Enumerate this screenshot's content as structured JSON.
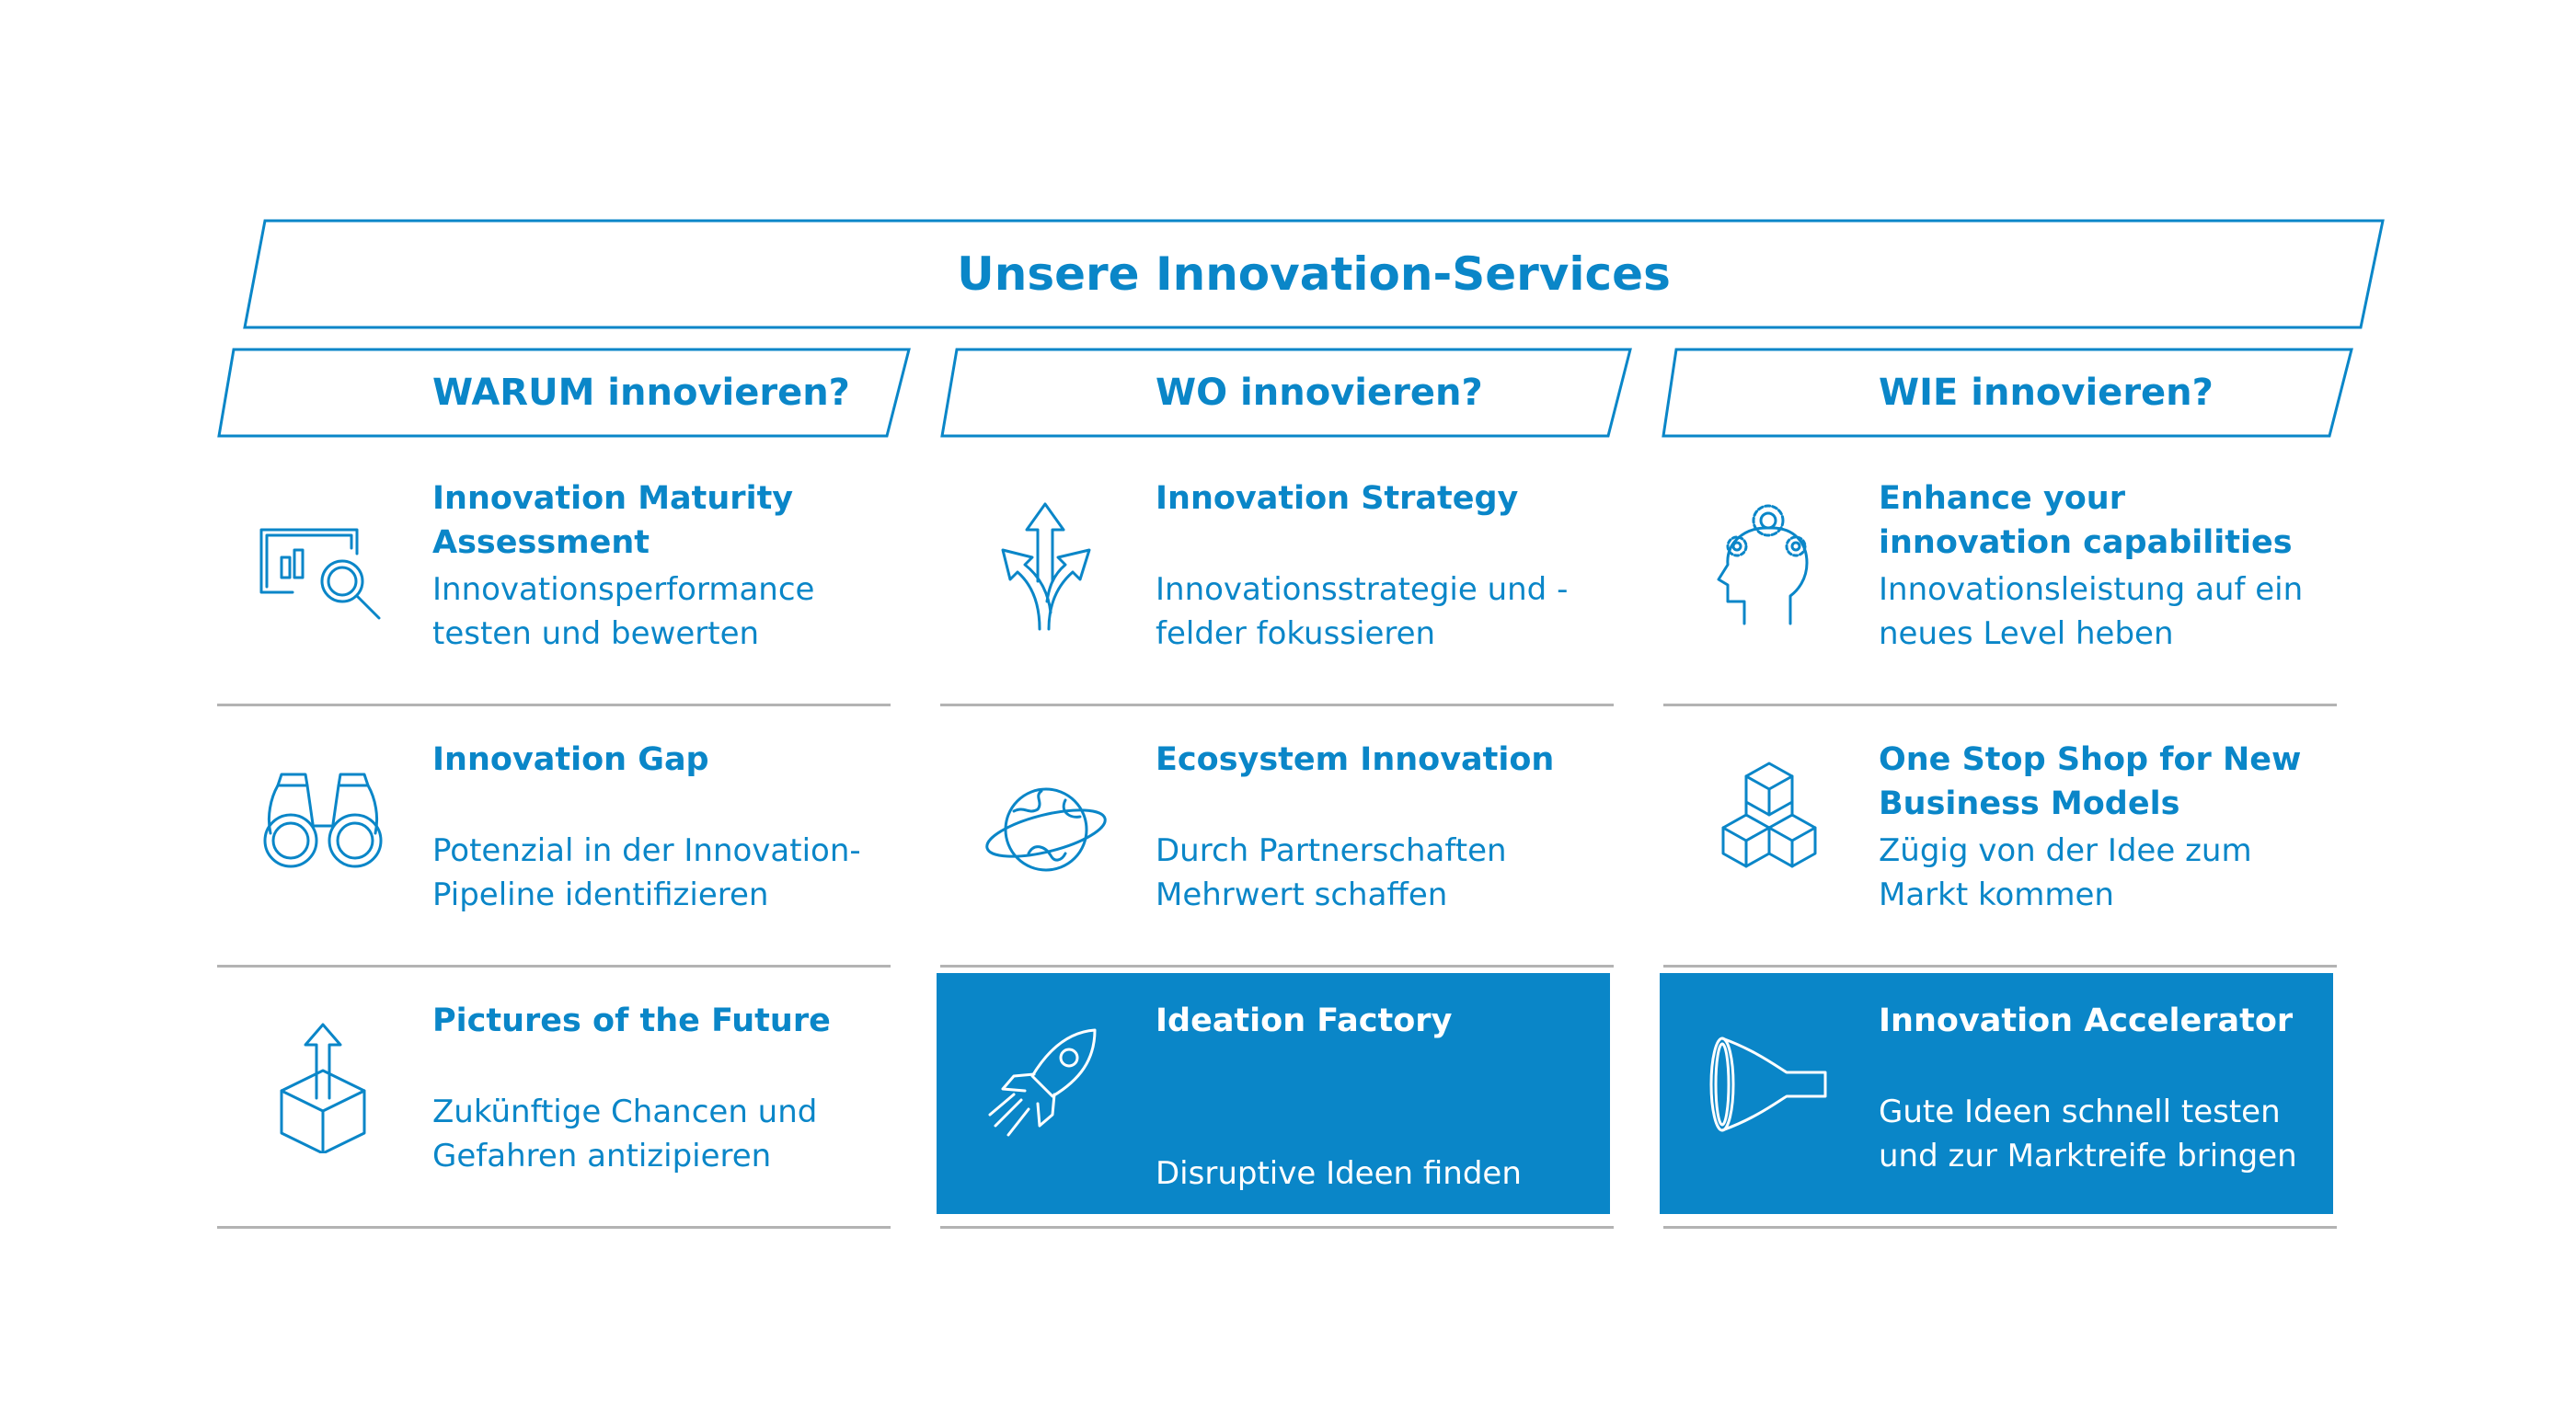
{
  "banner": {
    "title": "Unsere Innovation-Services"
  },
  "columns": [
    {
      "header": "WARUM innovieren?",
      "cards": [
        {
          "title": "Innovation Maturity Assessment",
          "description": "Innovationsperformance testen und bewerten",
          "icon": "magnifier-chart-icon",
          "highlighted": false
        },
        {
          "title": "Innovation Gap",
          "description": "Potenzial in der Innovation-Pipeline identifizieren",
          "icon": "binoculars-icon",
          "highlighted": false
        },
        {
          "title": "Pictures of the Future",
          "description": "Zukünftige Chancen und Gefahren antizipieren",
          "icon": "box-arrow-up-icon",
          "highlighted": false
        }
      ]
    },
    {
      "header": "WO innovieren?",
      "cards": [
        {
          "title": "Innovation Strategy",
          "description": "Innovationsstrategie und -felder fokussieren",
          "icon": "diverging-arrows-icon",
          "highlighted": false
        },
        {
          "title": "Ecosystem Innovation",
          "description": "Durch Partnerschaften Mehrwert schaffen",
          "icon": "globe-orbit-icon",
          "highlighted": false
        },
        {
          "title": "Ideation Factory",
          "description": "Disruptive Ideen finden",
          "icon": "rocket-icon",
          "highlighted": true
        }
      ]
    },
    {
      "header": "WIE innovieren?",
      "cards": [
        {
          "title": "Enhance your innovation capabilities",
          "description": "Innovationsleistung auf ein neues Level heben",
          "icon": "head-gears-icon",
          "highlighted": false
        },
        {
          "title": "One Stop Shop for New Business Models",
          "description": "Zügig von der Idee zum Markt kommen",
          "icon": "cubes-icon",
          "highlighted": false
        },
        {
          "title": "Innovation Accelerator",
          "description": "Gute Ideen schnell testen und zur Marktreife bringen",
          "icon": "funnel-icon",
          "highlighted": true
        }
      ]
    }
  ],
  "colors": {
    "primary": "#0a86c8",
    "separator": "#b3b3b3",
    "highlight_text": "#ffffff"
  }
}
